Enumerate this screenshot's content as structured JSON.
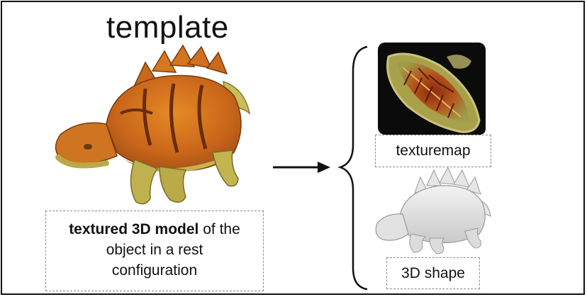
{
  "title": "template",
  "left_caption": {
    "bold": "textured 3D model",
    "line1_rest": " of the",
    "line2": "object in a rest",
    "line3": "configuration"
  },
  "right_items": {
    "texturemap_label": "texturemap",
    "shape_label": "3D shape"
  },
  "colors": {
    "dino_orange": "#d9761c",
    "dino_green": "#b3ae4e",
    "texture_bg": "#0b0b0b",
    "shape_gray": "#e4e4e4"
  }
}
